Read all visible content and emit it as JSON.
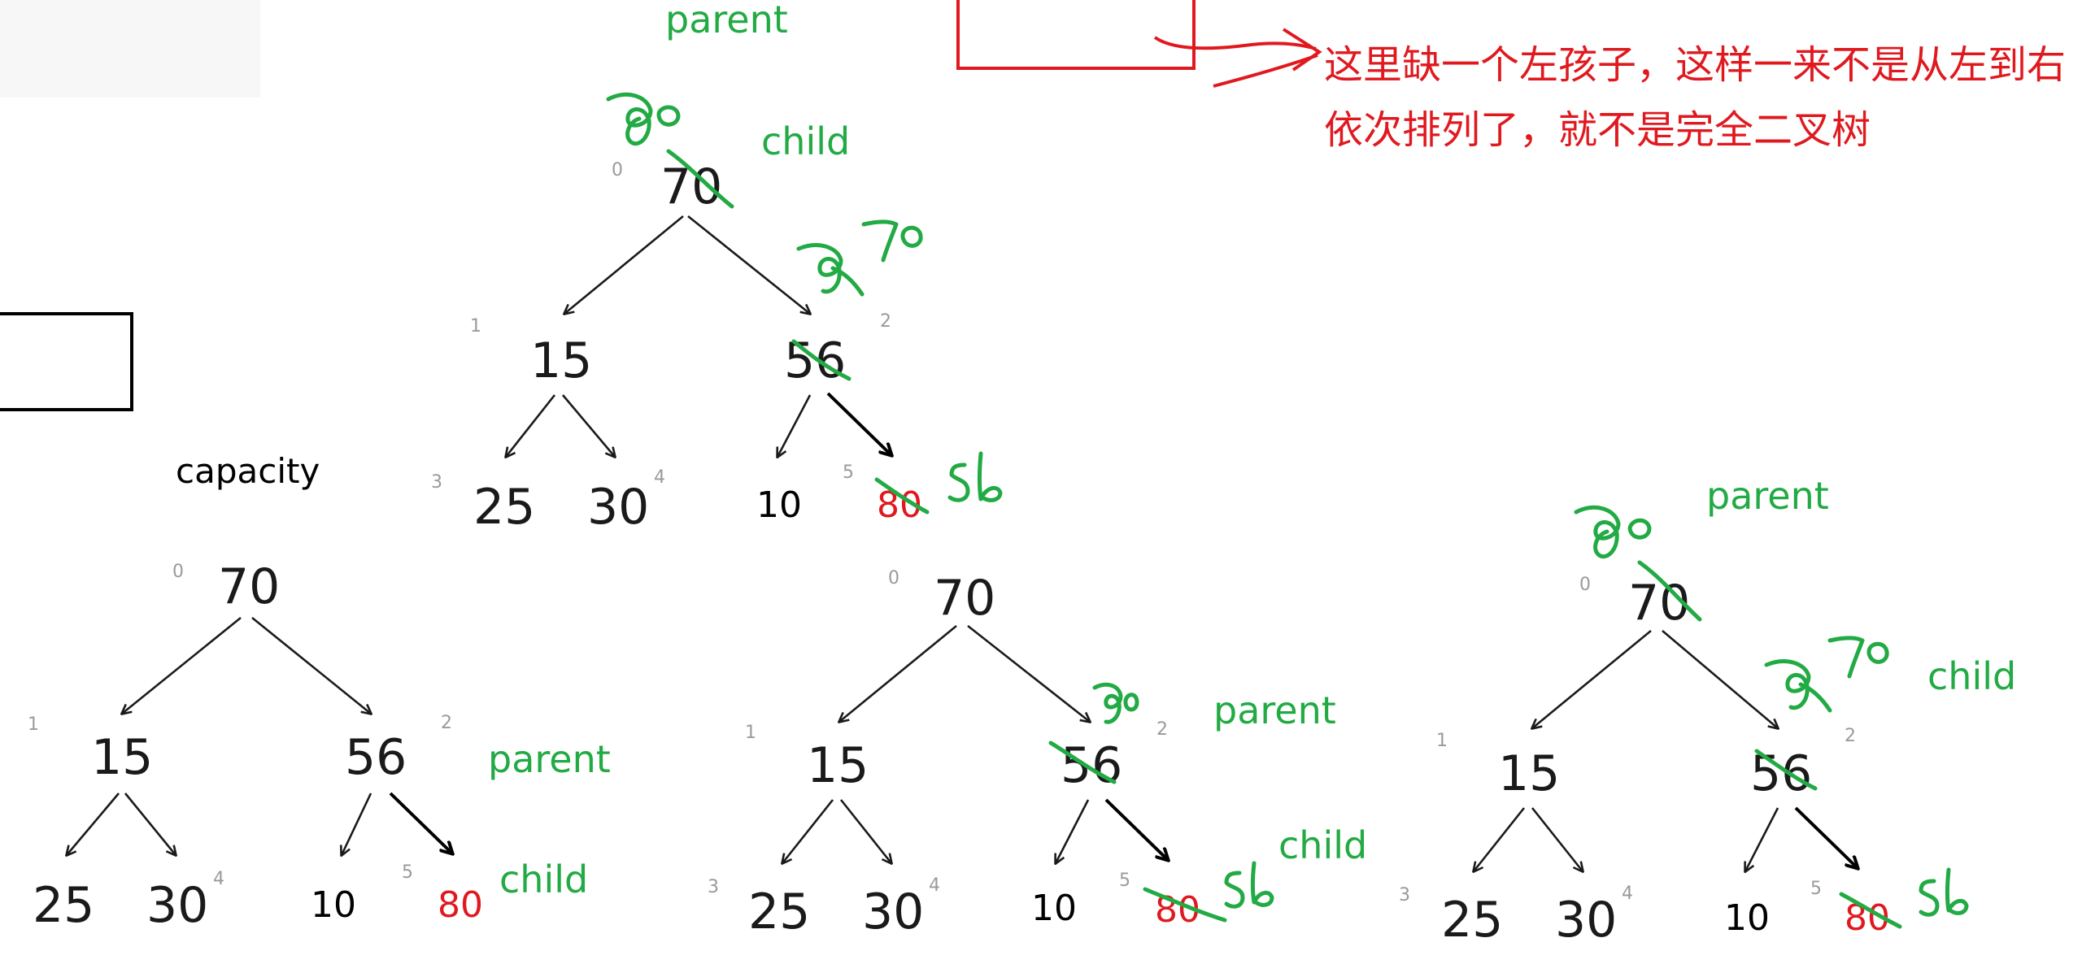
{
  "labels": {
    "parent": "parent",
    "child": "child",
    "capacity": "capacity"
  },
  "annotation": {
    "line1": "这里缺一个左孩子，这样一来不是从左到右",
    "line2": "依次排列了，就不是完全二叉树"
  },
  "tree": {
    "nodes": [
      {
        "index": "0",
        "value": "70"
      },
      {
        "index": "1",
        "value": "15"
      },
      {
        "index": "2",
        "value": "56"
      },
      {
        "index": "3",
        "value": "25"
      },
      {
        "index": "4",
        "value": "30"
      },
      {
        "index": "5",
        "value": "80"
      },
      {
        "value": "10"
      }
    ]
  },
  "handwritten": {
    "a": "80",
    "b": "70",
    "c": "56"
  },
  "colors": {
    "handwriting": "#22aa44",
    "highlight": "#e0191f"
  }
}
